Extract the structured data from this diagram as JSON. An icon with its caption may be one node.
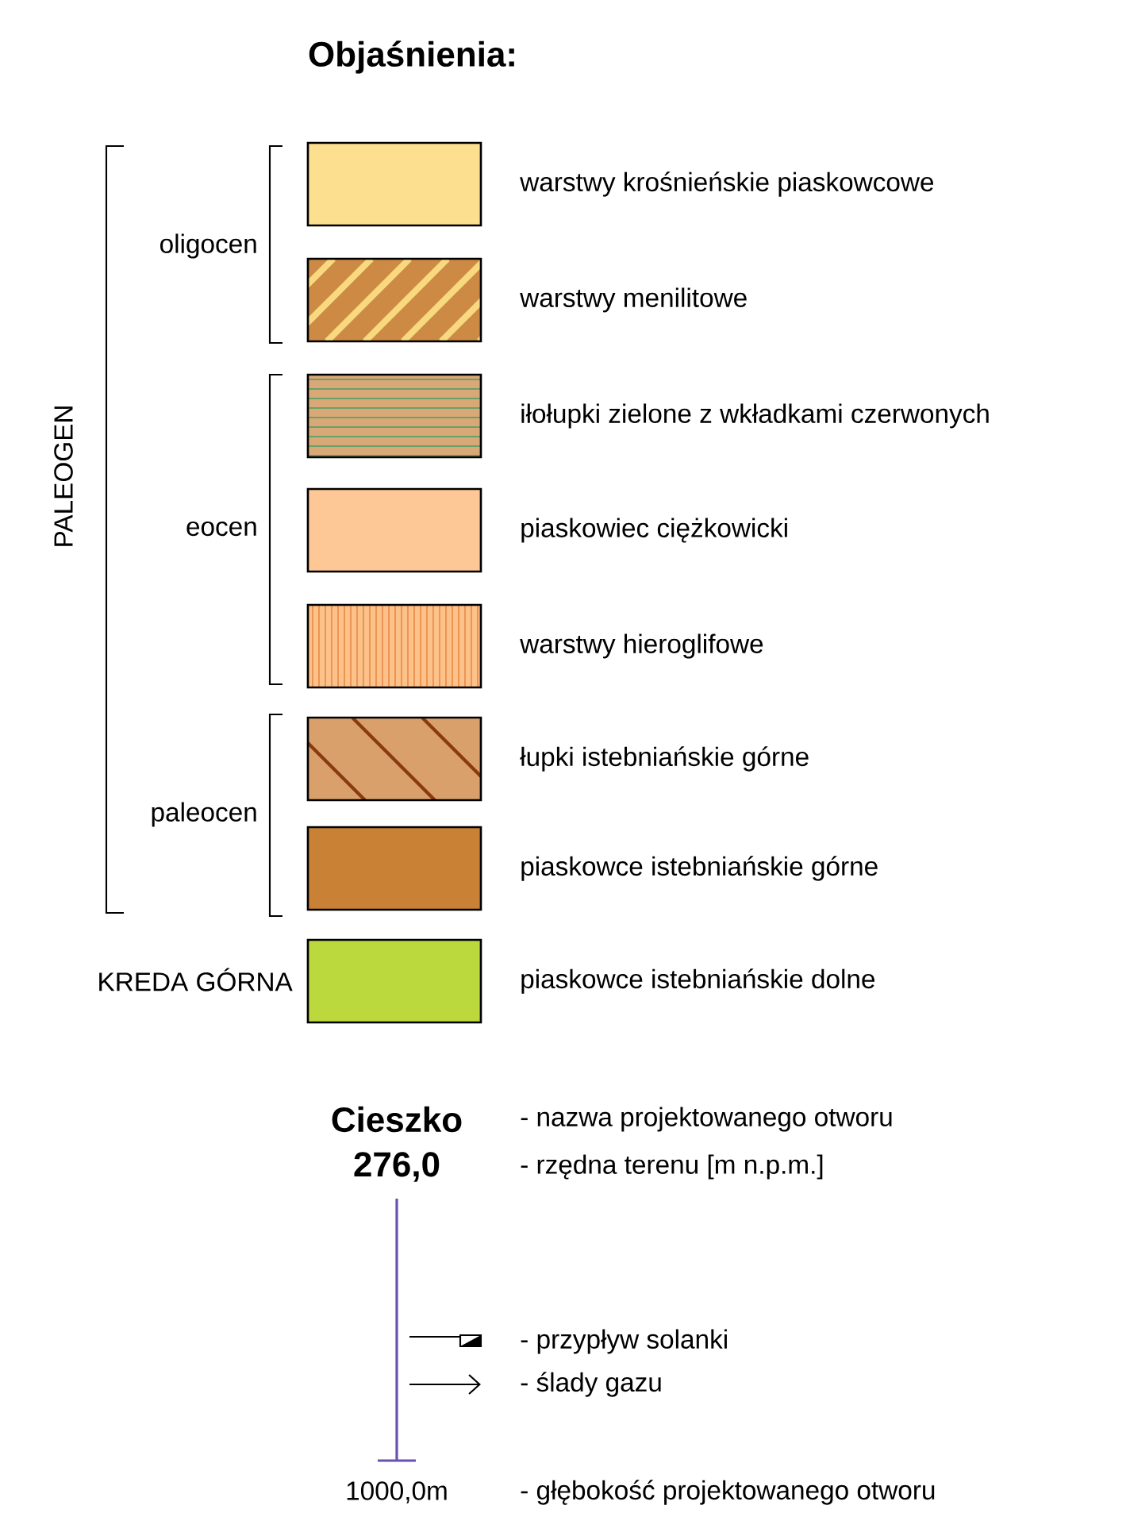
{
  "diagram": {
    "title": "Objaśnienia:",
    "labels": [
      "PALEOGEN",
      "oligocen",
      "eocen",
      "paleocen",
      "KREDA GÓRNA",
      "Cieszko",
      "- nazwa projektowanego otworu",
      "276,0",
      "- rzędna terenu [m n.p.m.]",
      "1000,0m",
      "- głębokość projektowanego otworu"
    ],
    "legend": [
      {
        "text": "warstwy krośnieńskie piaskowcowe",
        "color": "#fde08f"
      },
      {
        "text": "warstwy menilitowe"
      },
      {
        "text": "iłołupki zielone z wkładkami czerwonych"
      },
      {
        "text": "piaskowiec ciężkowicki",
        "color": "#fec896"
      },
      {
        "text": "warstwy hieroglifowe"
      },
      {
        "text": "łupki istebniańskie górne"
      },
      {
        "text": "piaskowce istebniańskie górne",
        "color": "#c98136"
      },
      {
        "text": "piaskowce istebniańskie dolne",
        "color": "#bbd83c"
      },
      {
        "text": "- przypływ solanki"
      },
      {
        "text": "- ślady gazu"
      }
    ]
  }
}
